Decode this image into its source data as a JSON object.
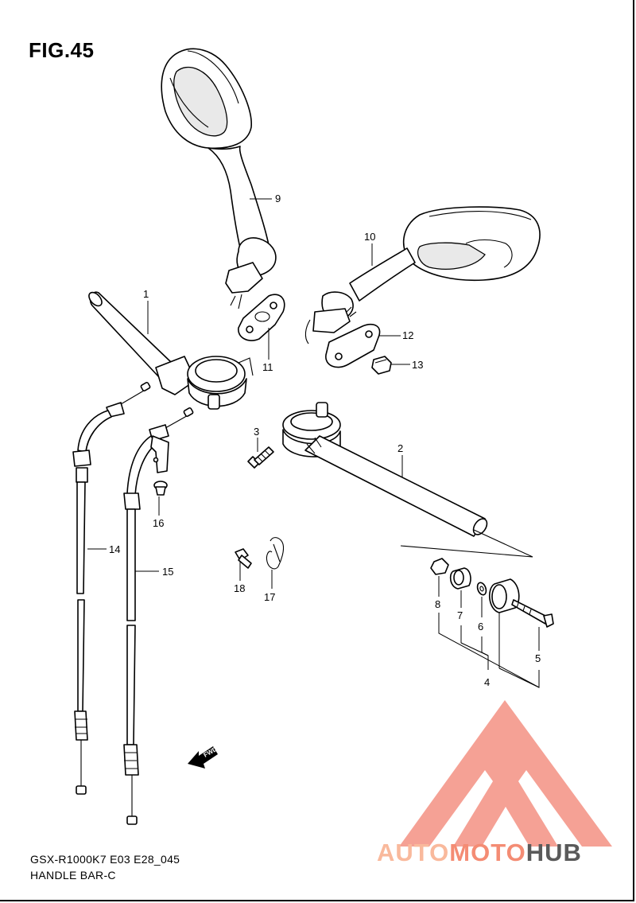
{
  "figure_title": "FIG.45",
  "model_code": "GSX-R1000K7 E03 E28_045",
  "section_name": "HANDLE BAR-C",
  "callouts": [
    "1",
    "2",
    "3",
    "4",
    "5",
    "6",
    "7",
    "8",
    "9",
    "10",
    "11",
    "12",
    "13",
    "14",
    "15",
    "16",
    "17",
    "18"
  ],
  "fwd_label": "FWD",
  "watermark": {
    "part1": "AUTO",
    "part2": "MOTO",
    "part3": "HUB",
    "color_light": "#f9b99c",
    "color_mid": "#f48c74",
    "color_dark": "#5a5a5a",
    "logo_color": "#f4978a"
  }
}
